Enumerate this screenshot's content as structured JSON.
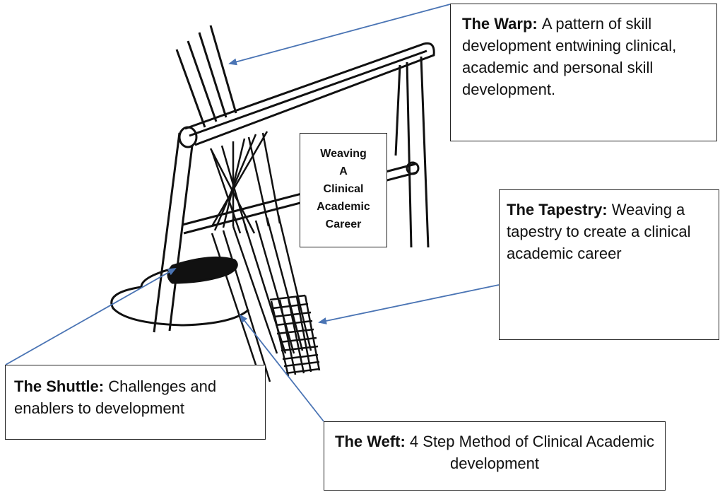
{
  "center_label": {
    "line1": "Weaving",
    "line2": "A",
    "line3": "Clinical",
    "line4": "Academic",
    "line5": "Career"
  },
  "callouts": {
    "warp": {
      "term": "The Warp:",
      "description": "A pattern of skill development entwining clinical, academic and personal skill development."
    },
    "tapestry": {
      "term": "The Tapestry:",
      "description": "Weaving a tapestry to create a clinical academic career"
    },
    "shuttle": {
      "term": "The Shuttle:",
      "description": "Challenges and enablers to development"
    },
    "weft": {
      "term": "The Weft:",
      "description": "4 Step Method of Clinical Academic development"
    }
  },
  "colors": {
    "arrow": "#4a74b4",
    "ink": "#111111"
  }
}
